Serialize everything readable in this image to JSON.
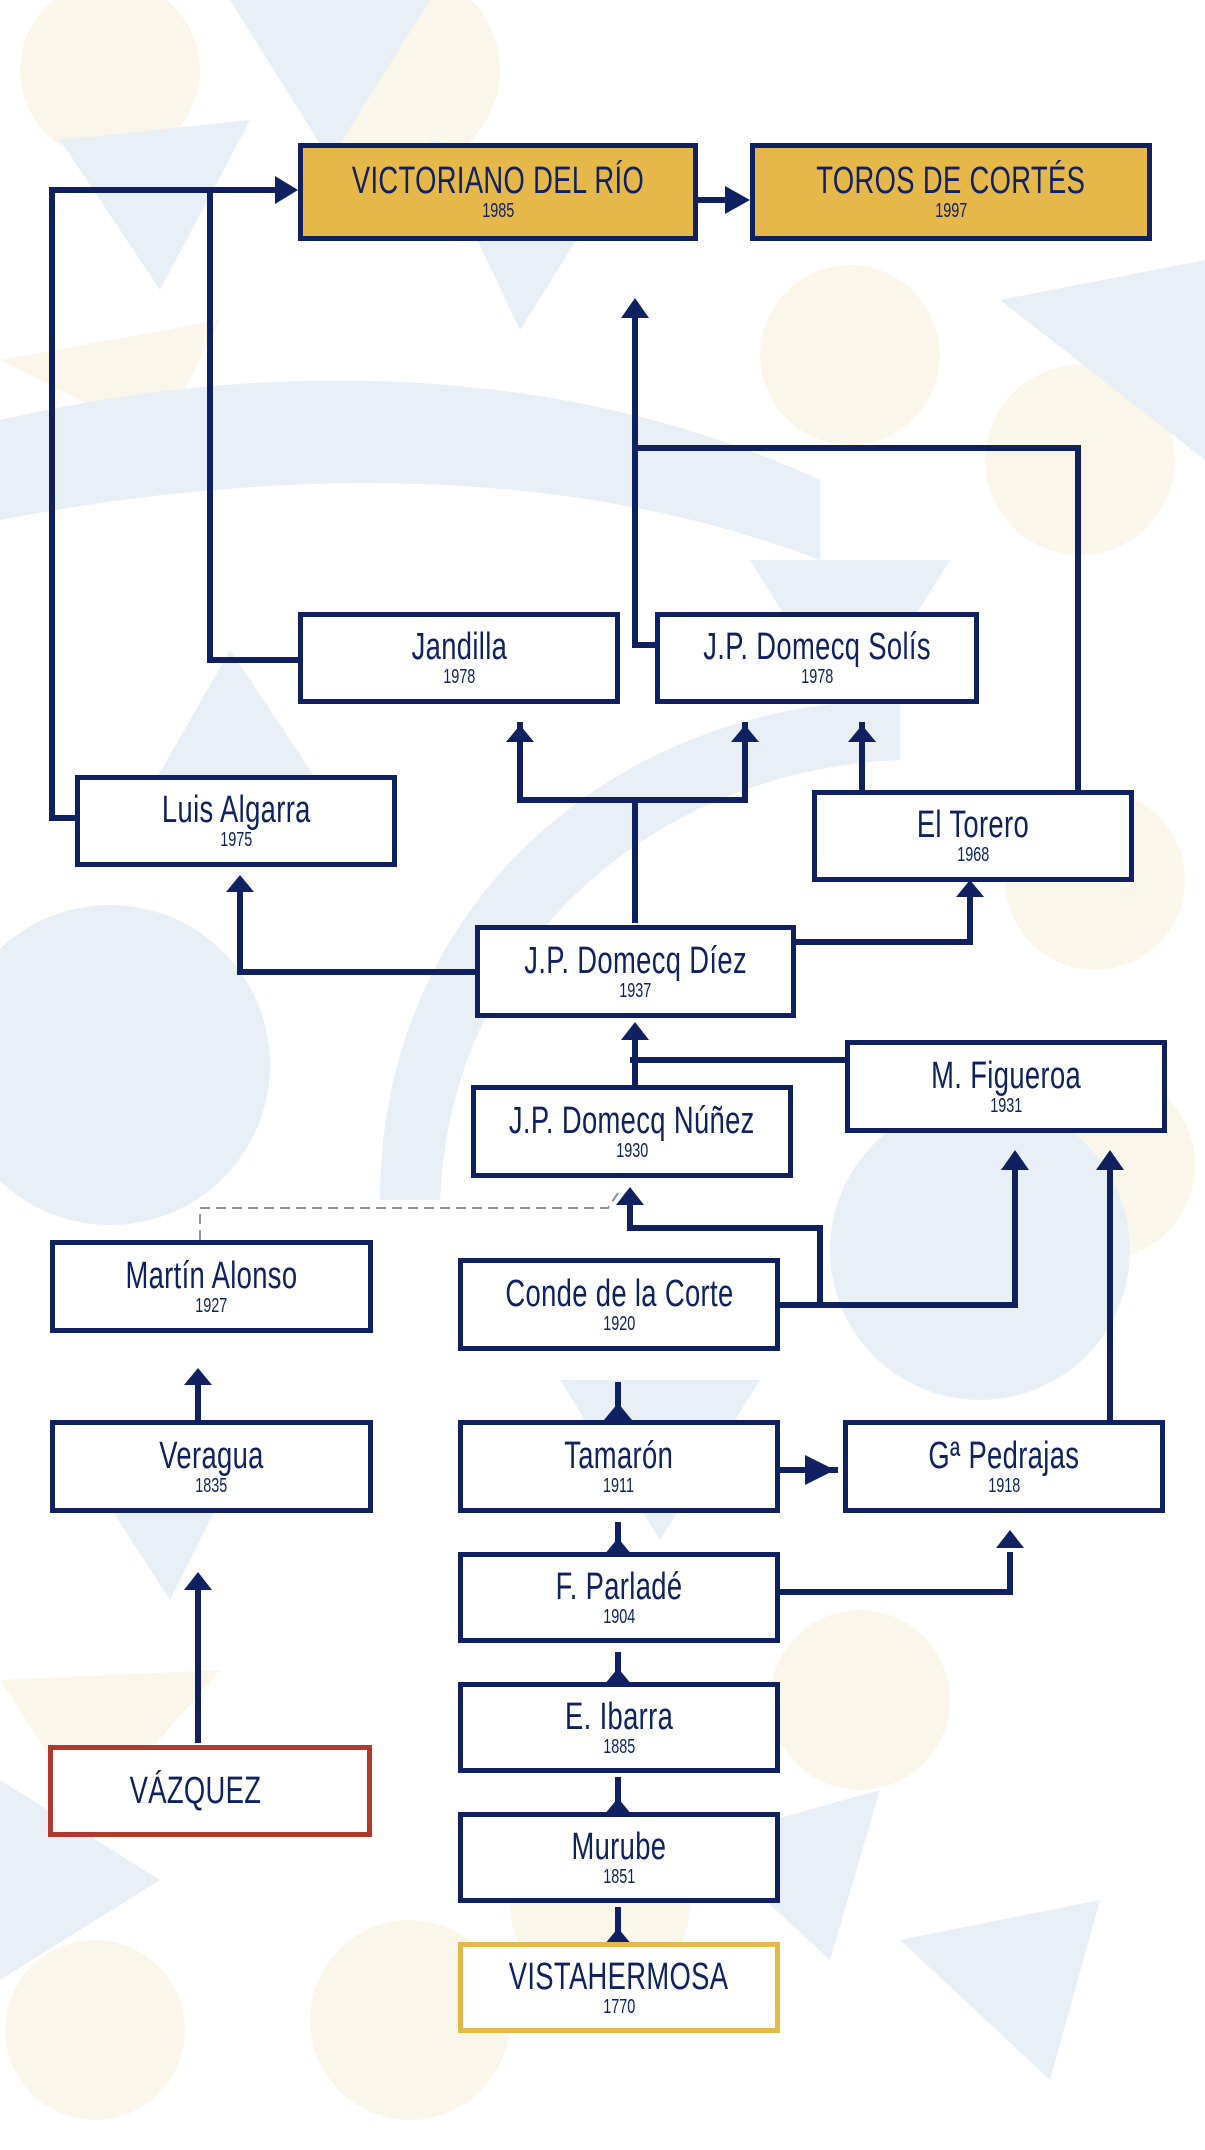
{
  "colors": {
    "navy": "#0f2160",
    "gold": "#e6b84a",
    "red": "#b03a2e",
    "bg_light_blue": "#e8eff7",
    "bg_cream": "#fbf6ea"
  },
  "nodes": {
    "victoriano_del_rio": {
      "name": "VICTORIANO DEL RÍO",
      "year": "1985"
    },
    "toros_de_cortes": {
      "name": "TOROS DE CORTÉS",
      "year": "1997"
    },
    "jandilla": {
      "name": "Jandilla",
      "year": "1978"
    },
    "jp_domecq_solis": {
      "name": "J.P. Domecq Solís",
      "year": "1978"
    },
    "luis_algarra": {
      "name": "Luis Algarra",
      "year": "1975"
    },
    "el_torero": {
      "name": "El Torero",
      "year": "1968"
    },
    "jp_domecq_diez": {
      "name": "J.P. Domecq Díez",
      "year": "1937"
    },
    "m_figueroa": {
      "name": "M. Figueroa",
      "year": "1931"
    },
    "jp_domecq_nunez": {
      "name": "J.P. Domecq Núñez",
      "year": "1930"
    },
    "martin_alonso": {
      "name": "Martín Alonso",
      "year": "1927"
    },
    "conde_de_la_corte": {
      "name": "Conde de la Corte",
      "year": "1920"
    },
    "veragua": {
      "name": "Veragua",
      "year": "1835"
    },
    "tamaron": {
      "name": "Tamarón",
      "year": "1911"
    },
    "ga_pedrajas": {
      "name": "Gª Pedrajas",
      "year": "1918"
    },
    "f_parlade": {
      "name": "F. Parladé",
      "year": "1904"
    },
    "e_ibarra": {
      "name": "E. Ibarra",
      "year": "1885"
    },
    "vazquez": {
      "name": "VÁZQUEZ",
      "year": ""
    },
    "murube": {
      "name": "Murube",
      "year": "1851"
    },
    "vistahermosa": {
      "name": "VISTAHERMOSA",
      "year": "1770"
    }
  }
}
